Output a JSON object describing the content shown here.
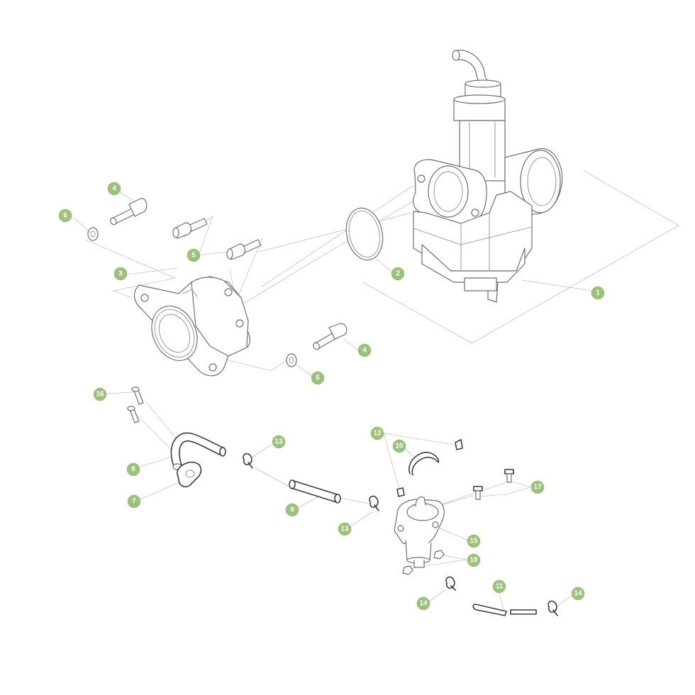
{
  "callout_color": "#9cc27a",
  "callouts": {
    "c1": "1",
    "c2": "2",
    "c3": "3",
    "c4a": "4",
    "c4b": "4",
    "c5": "5",
    "c6a": "6",
    "c6b": "6",
    "c7": "7",
    "c8": "8",
    "c9": "9",
    "c10": "10",
    "c11": "11",
    "c12": "12",
    "c13a": "13",
    "c13b": "13",
    "c14a": "14",
    "c14b": "14",
    "c15": "15",
    "c16": "16",
    "c17": "17",
    "c18": "18"
  }
}
